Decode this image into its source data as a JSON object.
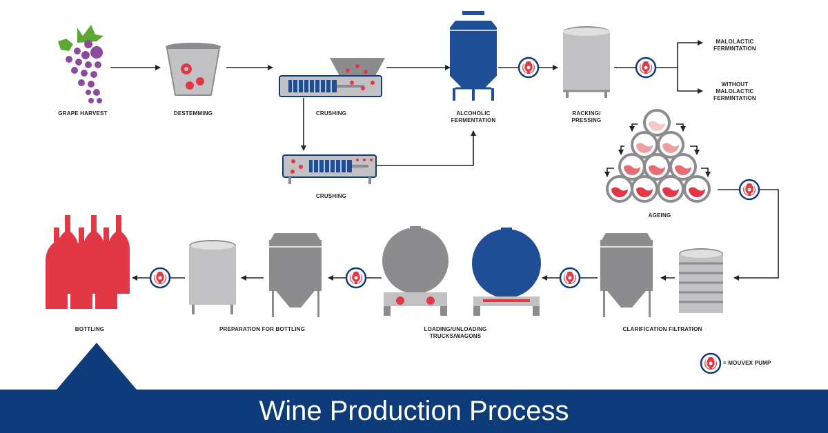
{
  "title": "Wine Production Process",
  "labels": {
    "grape_harvest": "GRAPE HARVEST",
    "destemming": "DESTEMMING",
    "crushing_top": "CRUSHING",
    "crushing_bottom": "CRUSHING",
    "alcoholic_fermentation": "ALCOHOLIC\nFERMENTATION",
    "racking_pressing": "RACKING/\nPRESSING",
    "malolactic": "MALOLACTIC\nFERMINTATION",
    "without_malolactic": "WITHOUT\nMALOLACTIC\nFERMINTATION",
    "ageing": "AGEING",
    "clarification_filtration": "CLARIFICATION FILTRATION",
    "loading_unloading": "LOADING/UNLOADING\nTRUCKS/WAGONS",
    "preparation_for_bottling": "PREPARATION FOR BOTTLING",
    "bottling": "BOTTLING",
    "legend": "= MOUVEX PUMP"
  },
  "colors": {
    "navy": "#0e3b7a",
    "blue": "#1f4e97",
    "red": "#e23744",
    "grey": "#8c8c8f",
    "light_grey": "#c2c2c4",
    "purple": "#8b4a9c",
    "green": "#5aa832"
  },
  "icons": [
    "grapes-icon",
    "destemmer-icon",
    "crusher-icon",
    "fermentation-tank-icon",
    "mouvex-pump-icon",
    "racking-tank-icon",
    "barrels-icon",
    "filter-tank-icon",
    "clarification-tank-icon",
    "tank-truck-icon",
    "bottling-tank-icon",
    "wine-bottles-icon"
  ]
}
